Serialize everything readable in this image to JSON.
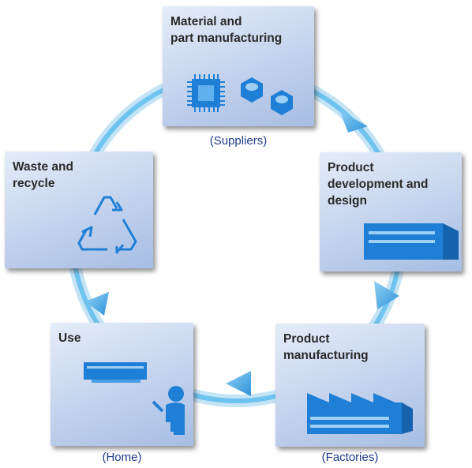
{
  "diagram": {
    "stages": [
      {
        "id": "material",
        "title": "Material and\npart manufacturing",
        "caption": "(Suppliers)",
        "icon": "chip-and-nuts-icon"
      },
      {
        "id": "design",
        "title": "Product\ndevelopment and\ndesign",
        "caption": "",
        "icon": "document-icon"
      },
      {
        "id": "manufacturing",
        "title": "Product\nmanufacturing",
        "caption": "(Factories)",
        "icon": "factory-icon"
      },
      {
        "id": "use",
        "title": "Use",
        "caption": "(Home)",
        "icon": "air-conditioner-person-icon"
      },
      {
        "id": "waste",
        "title": "Waste and\nrecycle",
        "caption": "",
        "icon": "recycle-icon"
      }
    ]
  },
  "colors": {
    "icon_blue": "#1f7fd6",
    "ring_light": "#a9d7f2",
    "ring_mid": "#59b8eb",
    "caption": "#1f3a8c"
  }
}
